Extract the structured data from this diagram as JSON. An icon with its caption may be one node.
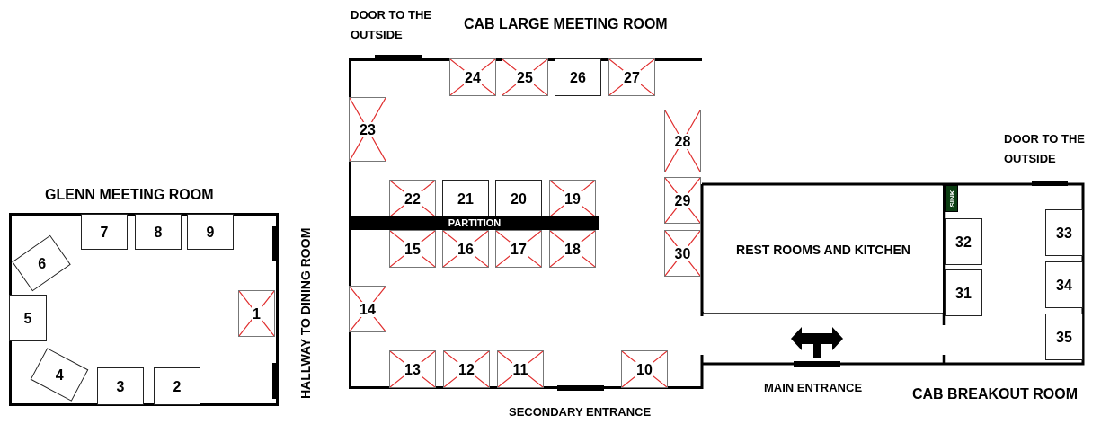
{
  "diagram": {
    "nodes": [
      {
        "text": [
          "GLENN MEETING ROOM"
        ]
      },
      {
        "text": [
          "1"
        ],
        "in": 0
      },
      {
        "text": [
          "2"
        ],
        "in": 0
      },
      {
        "text": [
          "3"
        ],
        "in": 0
      },
      {
        "text": [
          "4"
        ],
        "in": 0
      },
      {
        "text": [
          "5"
        ],
        "in": 0
      },
      {
        "text": [
          "6"
        ],
        "in": 0
      },
      {
        "text": [
          "7"
        ],
        "in": 0
      },
      {
        "text": [
          "8"
        ],
        "in": 0
      },
      {
        "text": [
          "9"
        ],
        "in": 0
      },
      {
        "text": [
          "CAB LARGE MEETING ROOM"
        ]
      },
      {
        "text": [
          "10"
        ],
        "in": 10
      },
      {
        "text": [
          "11"
        ],
        "in": 10
      },
      {
        "text": [
          "12"
        ],
        "in": 10
      },
      {
        "text": [
          "13"
        ],
        "in": 10
      },
      {
        "text": [
          "14"
        ],
        "in": 10
      },
      {
        "text": [
          "15"
        ],
        "in": 10
      },
      {
        "text": [
          "16"
        ],
        "in": 10
      },
      {
        "text": [
          "17"
        ],
        "in": 10
      },
      {
        "text": [
          "18"
        ],
        "in": 10
      },
      {
        "text": [
          "19"
        ],
        "in": 10
      },
      {
        "text": [
          "20"
        ],
        "in": 10
      },
      {
        "text": [
          "21"
        ],
        "in": 10
      },
      {
        "text": [
          "22"
        ],
        "in": 10
      },
      {
        "text": [
          "23"
        ],
        "in": 10
      },
      {
        "text": [
          "24"
        ],
        "in": 10
      },
      {
        "text": [
          "25"
        ],
        "in": 10
      },
      {
        "text": [
          "26"
        ],
        "in": 10
      },
      {
        "text": [
          "27"
        ],
        "in": 10
      },
      {
        "text": [
          "28"
        ],
        "in": 10
      },
      {
        "text": [
          "29"
        ],
        "in": 10
      },
      {
        "text": [
          "30"
        ],
        "in": 10
      },
      {
        "text": [
          "PARTITION"
        ],
        "in": 10
      },
      {
        "text": [
          "REST ROOMS AND KITCHEN"
        ]
      },
      {
        "text": [
          "CAB BREAKOUT ROOM"
        ]
      },
      {
        "text": [
          "SINK"
        ],
        "in": 34
      },
      {
        "text": [
          "31"
        ],
        "in": 34
      },
      {
        "text": [
          "32"
        ],
        "in": 34
      },
      {
        "text": [
          "33"
        ],
        "in": 34
      },
      {
        "text": [
          "34"
        ],
        "in": 34
      },
      {
        "text": [
          "35"
        ],
        "in": 34
      }
    ],
    "edges": [],
    "labels": [
      "DOOR TO THE OUTSIDE",
      "DOOR TO THE OUTSIDE",
      "HALLWAY TO DINING ROOM",
      "MAIN ENTRANCE",
      "SECONDARY ENTRANCE"
    ]
  }
}
